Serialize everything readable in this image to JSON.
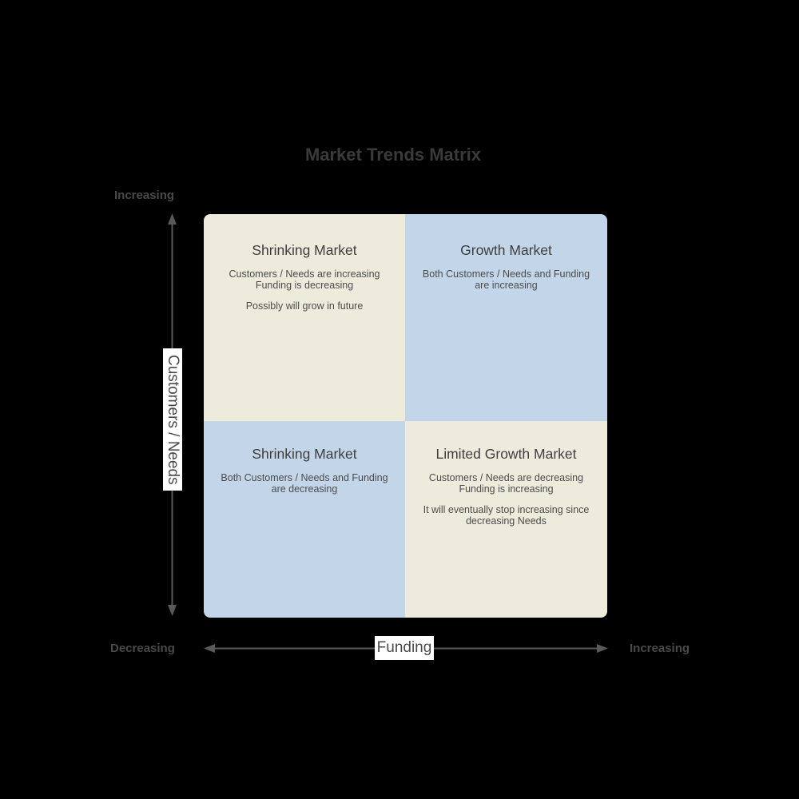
{
  "title": "Market Trends Matrix",
  "axes": {
    "y_label": "Customers / Needs",
    "x_label": "Funding",
    "y_top_label": "Increasing",
    "corner_bottom_left_label": "Decreasing",
    "x_right_label": "Increasing"
  },
  "quadrants": [
    {
      "position": "top-left",
      "title": "Shrinking Market",
      "body_lines": [
        "Customers / Needs are increasing",
        "Funding is decreasing"
      ],
      "note_lines": [
        "Possibly will grow in future"
      ]
    },
    {
      "position": "top-right",
      "title": "Growth Market",
      "body_lines": [
        "Both Customers / Needs and Funding",
        "are increasing"
      ],
      "note_lines": []
    },
    {
      "position": "bottom-left",
      "title": "Shrinking Market",
      "body_lines": [
        "Both Customers / Needs and Funding",
        "are decreasing"
      ],
      "note_lines": []
    },
    {
      "position": "bottom-right",
      "title": "Limited Growth Market",
      "body_lines": [
        "Customers / Needs are decreasing",
        "Funding is increasing"
      ],
      "note_lines": [
        "It will eventually stop increasing since",
        "decreasing Needs"
      ]
    }
  ],
  "colors": {
    "page_bg": "#000000",
    "quad_cream": "#ECEBDC",
    "quad_blue": "#C3D5E8",
    "title_text": "#3A3A3A",
    "axis_end_text": "#4A4A4A",
    "axis_label_text": "#4A4A4A",
    "quad_title_text": "#3E3E3E",
    "quad_body_text": "#4C4C4C",
    "arrow": "#595959",
    "label_box_bg": "#FFFFFF"
  }
}
